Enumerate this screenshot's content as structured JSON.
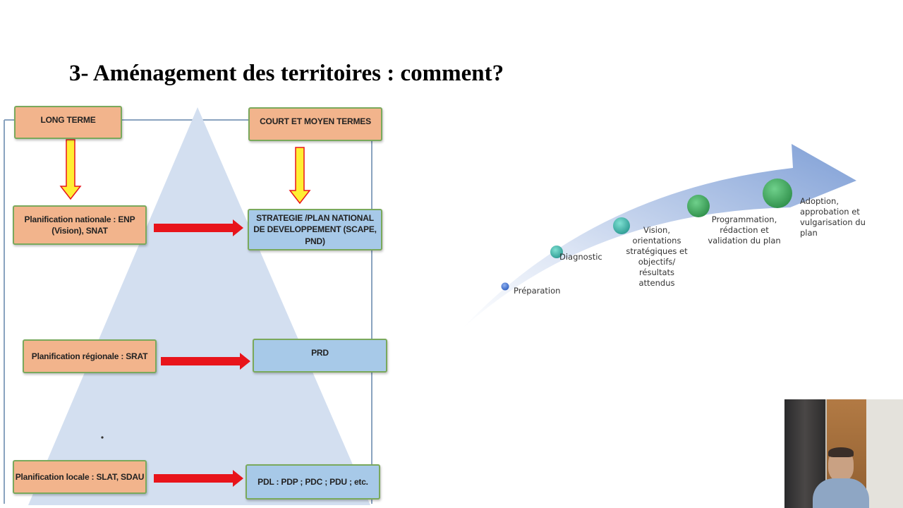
{
  "slide": {
    "title": "3- Aménagement des territoires : comment?"
  },
  "hierarchy_diagram": {
    "long_term": "LONG TERME",
    "short_medium_term": "COURT ET MOYEN TERMES",
    "national_planning": "Planification nationale : ENP (Vision), SNAT",
    "national_strategy": "STRATEGIE /PLAN NATIONAL DE DEVELOPPEMENT (SCAPE, PND)",
    "regional_planning": "Planification régionale : SRAT",
    "regional_plan": "PRD",
    "local_planning": "Planification locale : SLAT, SDAU",
    "local_plans": "PDL : PDP ; PDC ; PDU ; etc."
  },
  "process_arrow": {
    "steps": [
      "Préparation",
      "Diagnostic",
      "Vision, orientations stratégiques et objectifs/ résultats attendus",
      "Programmation, rédaction et validation du plan",
      "Adoption, approbation et vulgarisation du plan"
    ]
  },
  "colors": {
    "orange_box": "#f2b48c",
    "blue_box": "#a7c9e8",
    "box_border": "#7aa95c",
    "red_arrow": "#e8141b",
    "yellow_arrow": "#ffee33",
    "triangle": "#d3dff0",
    "process_arrow": "#8aa6d8",
    "step_dot": "#3aa860"
  }
}
